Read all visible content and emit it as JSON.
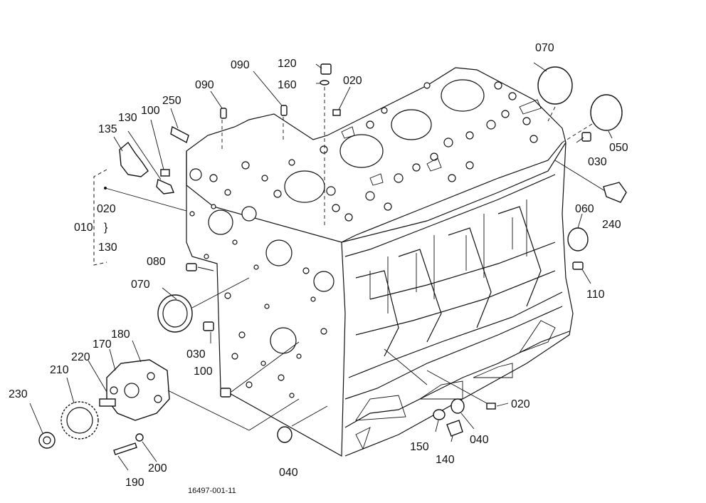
{
  "callouts": {
    "c010": "010",
    "c020_bracket": "020",
    "c130_bracket": "130",
    "c135": "135",
    "c130": "130",
    "c100_top": "100",
    "c250": "250",
    "c090_a": "090",
    "c090_b": "090",
    "c120": "120",
    "c160": "160",
    "c020_top": "020",
    "c070_top": "070",
    "c050": "050",
    "c030_right": "030",
    "c240": "240",
    "c060": "060",
    "c110": "110",
    "c080": "080",
    "c070_left": "070",
    "c030_left": "030",
    "c100_bottom": "100",
    "c180": "180",
    "c170": "170",
    "c220": "220",
    "c210": "210",
    "c230": "230",
    "c190": "190",
    "c200": "200",
    "c040_bottom": "040",
    "c150": "150",
    "c140": "140",
    "c040_right": "040",
    "c020_right": "020"
  },
  "reference_number": "16497-001-11",
  "colors": {
    "ink": "#111111",
    "paper": "#ffffff"
  }
}
